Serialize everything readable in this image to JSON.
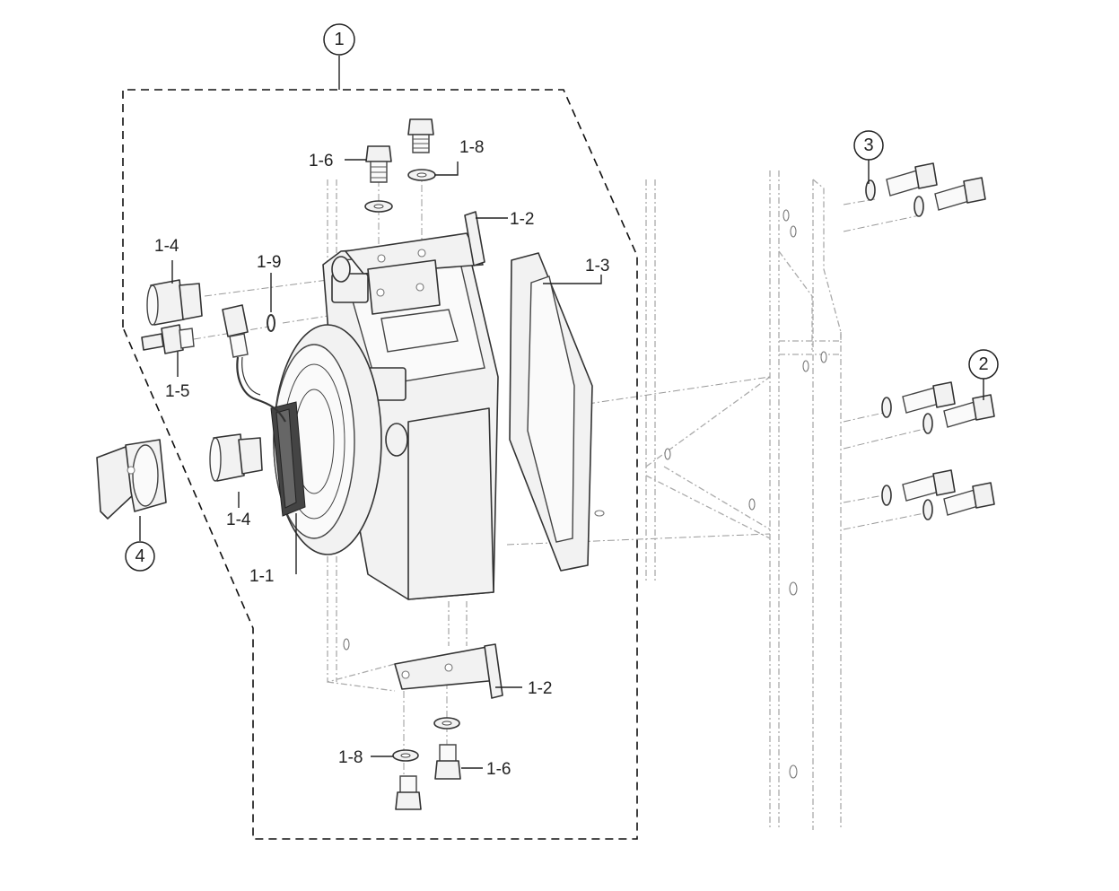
{
  "callouts": {
    "c1": "1",
    "c2": "2",
    "c3": "3",
    "c4": "4"
  },
  "labels": {
    "p1_1": "1-1",
    "p1_2_top": "1-2",
    "p1_2_bottom": "1-2",
    "p1_3": "1-3",
    "p1_4_top": "1-4",
    "p1_4_bottom": "1-4",
    "p1_5": "1-5",
    "p1_6_top": "1-6",
    "p1_6_bottom": "1-6",
    "p1_8_top": "1-8",
    "p1_8_bottom": "1-8",
    "p1_9": "1-9"
  }
}
